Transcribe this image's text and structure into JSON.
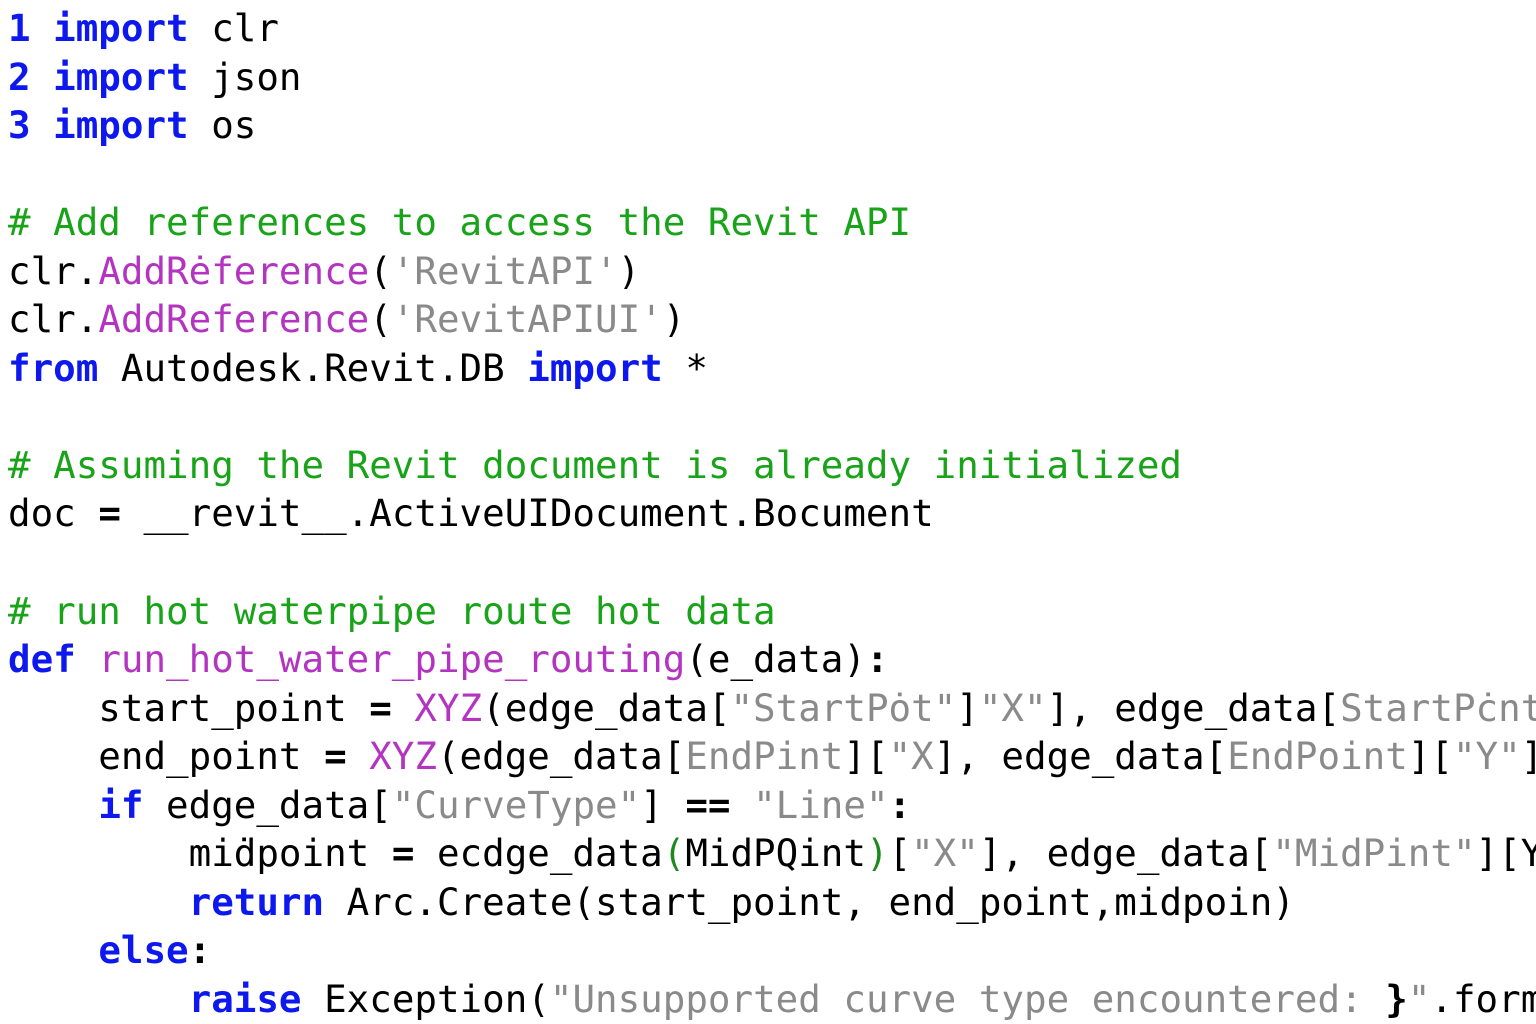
{
  "editor": {
    "language": "python",
    "background": "#ffffff"
  },
  "colors": {
    "plain": "#000000",
    "keyword": "#0d18ee",
    "lineno": "#0d18ee",
    "comment": "#18a318",
    "func": "#b434c2",
    "string": "#8a8a8a",
    "paren": "#1d8a1d"
  },
  "code": {
    "lines": [
      {
        "segments": [
          {
            "t": "1",
            "c": "n"
          },
          {
            "t": " ",
            "c": "t"
          },
          {
            "t": "import",
            "c": "k"
          },
          {
            "t": " clr",
            "c": "t"
          }
        ]
      },
      {
        "segments": [
          {
            "t": "2",
            "c": "n"
          },
          {
            "t": " ",
            "c": "t"
          },
          {
            "t": "import",
            "c": "k"
          },
          {
            "t": " json",
            "c": "t"
          }
        ]
      },
      {
        "segments": [
          {
            "t": "3",
            "c": "n"
          },
          {
            "t": " ",
            "c": "t"
          },
          {
            "t": "import",
            "c": "k"
          },
          {
            "t": " os",
            "c": "t"
          }
        ]
      },
      {
        "segments": []
      },
      {
        "segments": [
          {
            "t": "# Add references to access the Revit API",
            "c": "c"
          }
        ]
      },
      {
        "segments": [
          {
            "t": "clr.",
            "c": "t"
          },
          {
            "t": "AddRėference",
            "c": "f"
          },
          {
            "t": "(",
            "c": "t"
          },
          {
            "t": "'RevitAPI'",
            "c": "s"
          },
          {
            "t": ")",
            "c": "t"
          }
        ]
      },
      {
        "segments": [
          {
            "t": "clr.",
            "c": "t"
          },
          {
            "t": "AddReference",
            "c": "f"
          },
          {
            "t": "(",
            "c": "t"
          },
          {
            "t": "'RevitAPIUI'",
            "c": "s"
          },
          {
            "t": ")",
            "c": "t"
          }
        ]
      },
      {
        "segments": [
          {
            "t": "from",
            "c": "k"
          },
          {
            "t": " Autodesk.Revit.DB ",
            "c": "t"
          },
          {
            "t": "import",
            "c": "k"
          },
          {
            "t": " *",
            "c": "t"
          }
        ]
      },
      {
        "segments": []
      },
      {
        "segments": [
          {
            "t": "# Assuming the Revit document is already initialized",
            "c": "c"
          }
        ]
      },
      {
        "segments": [
          {
            "t": "doc ",
            "c": "t"
          },
          {
            "t": "=",
            "c": "o"
          },
          {
            "t": " __revit__.ActiveUIDocument.Bocument",
            "c": "t"
          }
        ]
      },
      {
        "segments": []
      },
      {
        "segments": [
          {
            "t": "# run hot waterpipe route hot data",
            "c": "c"
          }
        ]
      },
      {
        "segments": [
          {
            "t": "def",
            "c": "k"
          },
          {
            "t": " ",
            "c": "t"
          },
          {
            "t": "run_hot_water_pipe_routing",
            "c": "f"
          },
          {
            "t": "(e_data)",
            "c": "t"
          },
          {
            "t": ":",
            "c": "o"
          }
        ]
      },
      {
        "segments": [
          {
            "t": "    start_point ",
            "c": "t"
          },
          {
            "t": "=",
            "c": "o"
          },
          {
            "t": " ",
            "c": "t"
          },
          {
            "t": "XYZ",
            "c": "f"
          },
          {
            "t": "(edge_data[",
            "c": "t"
          },
          {
            "t": "\"StartPȯt\"",
            "c": "s"
          },
          {
            "t": "]",
            "c": "t"
          },
          {
            "t": "\"X\"",
            "c": "s"
          },
          {
            "t": "], edge_data[",
            "c": "t"
          },
          {
            "t": "StartPċnt",
            "c": "s"
          }
        ]
      },
      {
        "segments": [
          {
            "t": "    end_point ",
            "c": "t"
          },
          {
            "t": "=",
            "c": "o"
          },
          {
            "t": " ",
            "c": "t"
          },
          {
            "t": "XYZ",
            "c": "f"
          },
          {
            "t": "(edge_data[",
            "c": "t"
          },
          {
            "t": "EndPint",
            "c": "s"
          },
          {
            "t": "][",
            "c": "t"
          },
          {
            "t": "\"X",
            "c": "s"
          },
          {
            "t": "], edge_data[",
            "c": "t"
          },
          {
            "t": "EndPoint",
            "c": "s"
          },
          {
            "t": "][",
            "c": "t"
          },
          {
            "t": "\"Y\"",
            "c": "s"
          },
          {
            "t": "]",
            "c": "t"
          }
        ]
      },
      {
        "segments": [
          {
            "t": "    ",
            "c": "t"
          },
          {
            "t": "if",
            "c": "k"
          },
          {
            "t": " edge_data[",
            "c": "t"
          },
          {
            "t": "\"CurveType\"",
            "c": "s"
          },
          {
            "t": "] ",
            "c": "t"
          },
          {
            "t": "==",
            "c": "o"
          },
          {
            "t": " ",
            "c": "t"
          },
          {
            "t": "\"Line\"",
            "c": "s"
          },
          {
            "t": ":",
            "c": "o"
          }
        ]
      },
      {
        "segments": [
          {
            "t": "        miḋpoint ",
            "c": "t"
          },
          {
            "t": "=",
            "c": "o"
          },
          {
            "t": " ecdge_data",
            "c": "t"
          },
          {
            "t": "(",
            "c": "g"
          },
          {
            "t": "MidPQint",
            "c": "t"
          },
          {
            "t": ")",
            "c": "g"
          },
          {
            "t": "[",
            "c": "t"
          },
          {
            "t": "\"X\"",
            "c": "s"
          },
          {
            "t": "], edge_data[",
            "c": "t"
          },
          {
            "t": "\"MidPint\"",
            "c": "s"
          },
          {
            "t": "][Y",
            "c": "t"
          }
        ]
      },
      {
        "segments": [
          {
            "t": "        ",
            "c": "t"
          },
          {
            "t": "return",
            "c": "k"
          },
          {
            "t": " Arc.Create(start_point, end_point,midpoin)",
            "c": "t"
          }
        ]
      },
      {
        "segments": [
          {
            "t": "    ",
            "c": "t"
          },
          {
            "t": "else",
            "c": "k"
          },
          {
            "t": ":",
            "c": "o"
          }
        ]
      },
      {
        "segments": [
          {
            "t": "        ",
            "c": "t"
          },
          {
            "t": "raise",
            "c": "k"
          },
          {
            "t": " Exception(",
            "c": "t"
          },
          {
            "t": "\"Unsupported curve type encountered: ",
            "c": "s"
          },
          {
            "t": "}",
            "c": "o"
          },
          {
            "t": "\"",
            "c": "s"
          },
          {
            "t": ".form",
            "c": "t"
          }
        ]
      }
    ]
  }
}
